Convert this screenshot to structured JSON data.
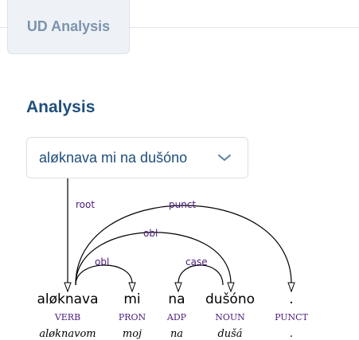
{
  "tab": {
    "label": "UD Analysis"
  },
  "heading": "Analysis",
  "sentence_select": {
    "value": "aløknava mi na dušóno"
  },
  "tokens": [
    {
      "word": "aløknava",
      "pos": "VERB",
      "lemma": "aløknavom"
    },
    {
      "word": "mi",
      "pos": "PRON",
      "lemma": "moj"
    },
    {
      "word": "na",
      "pos": "ADP",
      "lemma": "na"
    },
    {
      "word": "dušóno",
      "pos": "NOUN",
      "lemma": "dušá"
    },
    {
      "word": ".",
      "pos": "PUNCT",
      "lemma": "."
    }
  ],
  "relations": [
    {
      "label": "root"
    },
    {
      "label": "punct"
    },
    {
      "label": "obl"
    },
    {
      "label": "obl"
    },
    {
      "label": "case"
    }
  ]
}
